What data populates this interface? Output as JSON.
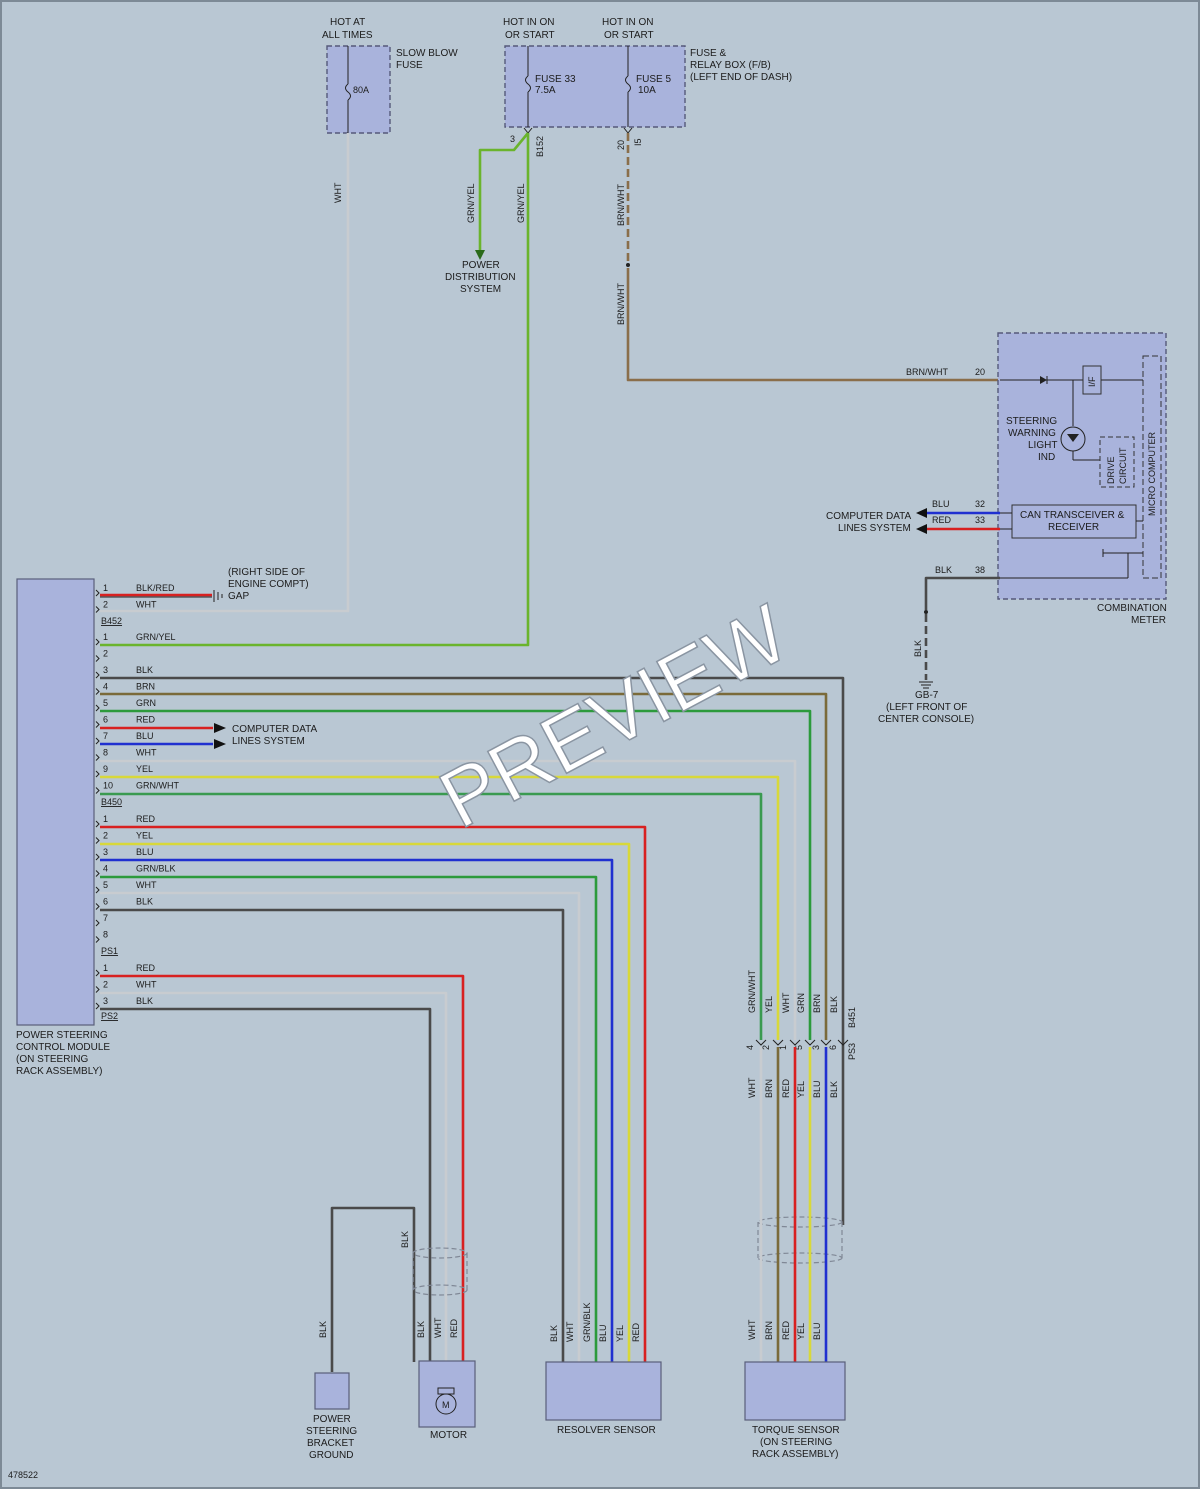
{
  "fuses": {
    "slow_blow": {
      "hot_label": [
        "HOT AT",
        "ALL TIMES"
      ],
      "name": [
        "SLOW BLOW",
        "FUSE"
      ],
      "rating": "80A"
    },
    "fuse33": {
      "hot_label": [
        "HOT IN ON",
        "OR START"
      ],
      "name": "FUSE 33",
      "rating": "7.5A"
    },
    "fuse5": {
      "hot_label": [
        "HOT IN ON",
        "OR START"
      ],
      "name": "FUSE 5",
      "rating": "10A"
    },
    "relay_box": [
      "FUSE &",
      "RELAY BOX (F/B)",
      "(LEFT END OF DASH)"
    ],
    "pin3": "3",
    "conn_b152": "B152",
    "pin20": "20",
    "conn_i5": "I5"
  },
  "power_distribution": [
    "POWER",
    "DISTRIBUTION",
    "SYSTEM"
  ],
  "wire_colors": {
    "wht": "WHT",
    "grn_yel": "GRN/YEL",
    "brn_wht": "BRN/WHT",
    "blu": "BLU",
    "red": "RED",
    "blk": "BLK",
    "yel": "YEL",
    "grn": "GRN",
    "brn": "BRN",
    "grn_wht": "GRN/WHT",
    "grn_blk": "GRN/BLK",
    "blk_red": "BLK/RED"
  },
  "combination_meter": {
    "label": [
      "COMBINATION",
      "METER"
    ],
    "pins": {
      "brn_wht": "20",
      "blu": "32",
      "red": "33",
      "blk": "38"
    },
    "steering_warning": [
      "STEERING",
      "WARNING",
      "LIGHT",
      "IND"
    ],
    "can": [
      "CAN TRANSCEIVER &",
      "RECEIVER"
    ],
    "drive_circuit": [
      "DRIVE",
      "CIRCUIT"
    ],
    "micro_computer": "MICRO COMPUTER",
    "iif": "I/F"
  },
  "computer_data_lines": [
    "COMPUTER DATA",
    "LINES SYSTEM"
  ],
  "ground_gb7": [
    "GB-7",
    "(LEFT FRONT OF",
    "CENTER CONSOLE)"
  ],
  "gap": [
    "(RIGHT SIDE OF",
    "ENGINE COMPT)",
    "GAP"
  ],
  "module": {
    "label": [
      "POWER STEERING",
      "CONTROL MODULE",
      "(ON STEERING",
      "RACK ASSEMBLY)"
    ],
    "b452": {
      "name": "B452",
      "pins": [
        {
          "n": "1",
          "c": "BLK/RED"
        },
        {
          "n": "2",
          "c": "WHT"
        }
      ]
    },
    "b450": {
      "name": "B450",
      "pins": [
        {
          "n": "1",
          "c": "GRN/YEL"
        },
        {
          "n": "2",
          "c": ""
        },
        {
          "n": "3",
          "c": "BLK"
        },
        {
          "n": "4",
          "c": "BRN"
        },
        {
          "n": "5",
          "c": "GRN"
        },
        {
          "n": "6",
          "c": "RED"
        },
        {
          "n": "7",
          "c": "BLU"
        },
        {
          "n": "8",
          "c": "WHT"
        },
        {
          "n": "9",
          "c": "YEL"
        },
        {
          "n": "10",
          "c": "GRN/WHT"
        }
      ]
    },
    "ps1": {
      "name": "PS1",
      "pins": [
        {
          "n": "1",
          "c": "RED"
        },
        {
          "n": "2",
          "c": "YEL"
        },
        {
          "n": "3",
          "c": "BLU"
        },
        {
          "n": "4",
          "c": "GRN/BLK"
        },
        {
          "n": "5",
          "c": "WHT"
        },
        {
          "n": "6",
          "c": "BLK"
        },
        {
          "n": "7",
          "c": ""
        },
        {
          "n": "8",
          "c": ""
        }
      ]
    },
    "ps2": {
      "name": "PS2",
      "pins": [
        {
          "n": "1",
          "c": "RED"
        },
        {
          "n": "2",
          "c": "WHT"
        },
        {
          "n": "3",
          "c": "BLK"
        }
      ]
    }
  },
  "torque_connector": {
    "b451": "B451",
    "ps3": "PS3",
    "pins": [
      "4",
      "2",
      "1",
      "5",
      "3",
      "6"
    ]
  },
  "components": {
    "bracket_ground": [
      "POWER",
      "STEERING",
      "BRACKET",
      "GROUND"
    ],
    "motor": "MOTOR",
    "motor_symbol": "M",
    "resolver": "RESOLVER SENSOR",
    "torque": [
      "TORQUE SENSOR",
      "(ON STEERING",
      "RACK ASSEMBLY)"
    ]
  },
  "figure_number": "478522",
  "watermark": "PREVIEW",
  "colors": {
    "background": "#b9c7d3",
    "box": "#a9b3dc",
    "wht": "#c8ccd0",
    "grn_yel": "#6ab42c",
    "brn_wht": "#8a6e4a",
    "blu": "#2030d0",
    "red": "#d82020",
    "blk": "#4a4a4a",
    "yel": "#d8d83a",
    "grn": "#2c9a3c",
    "brn": "#7a6a3a",
    "grn_wht": "#3a9a50"
  }
}
